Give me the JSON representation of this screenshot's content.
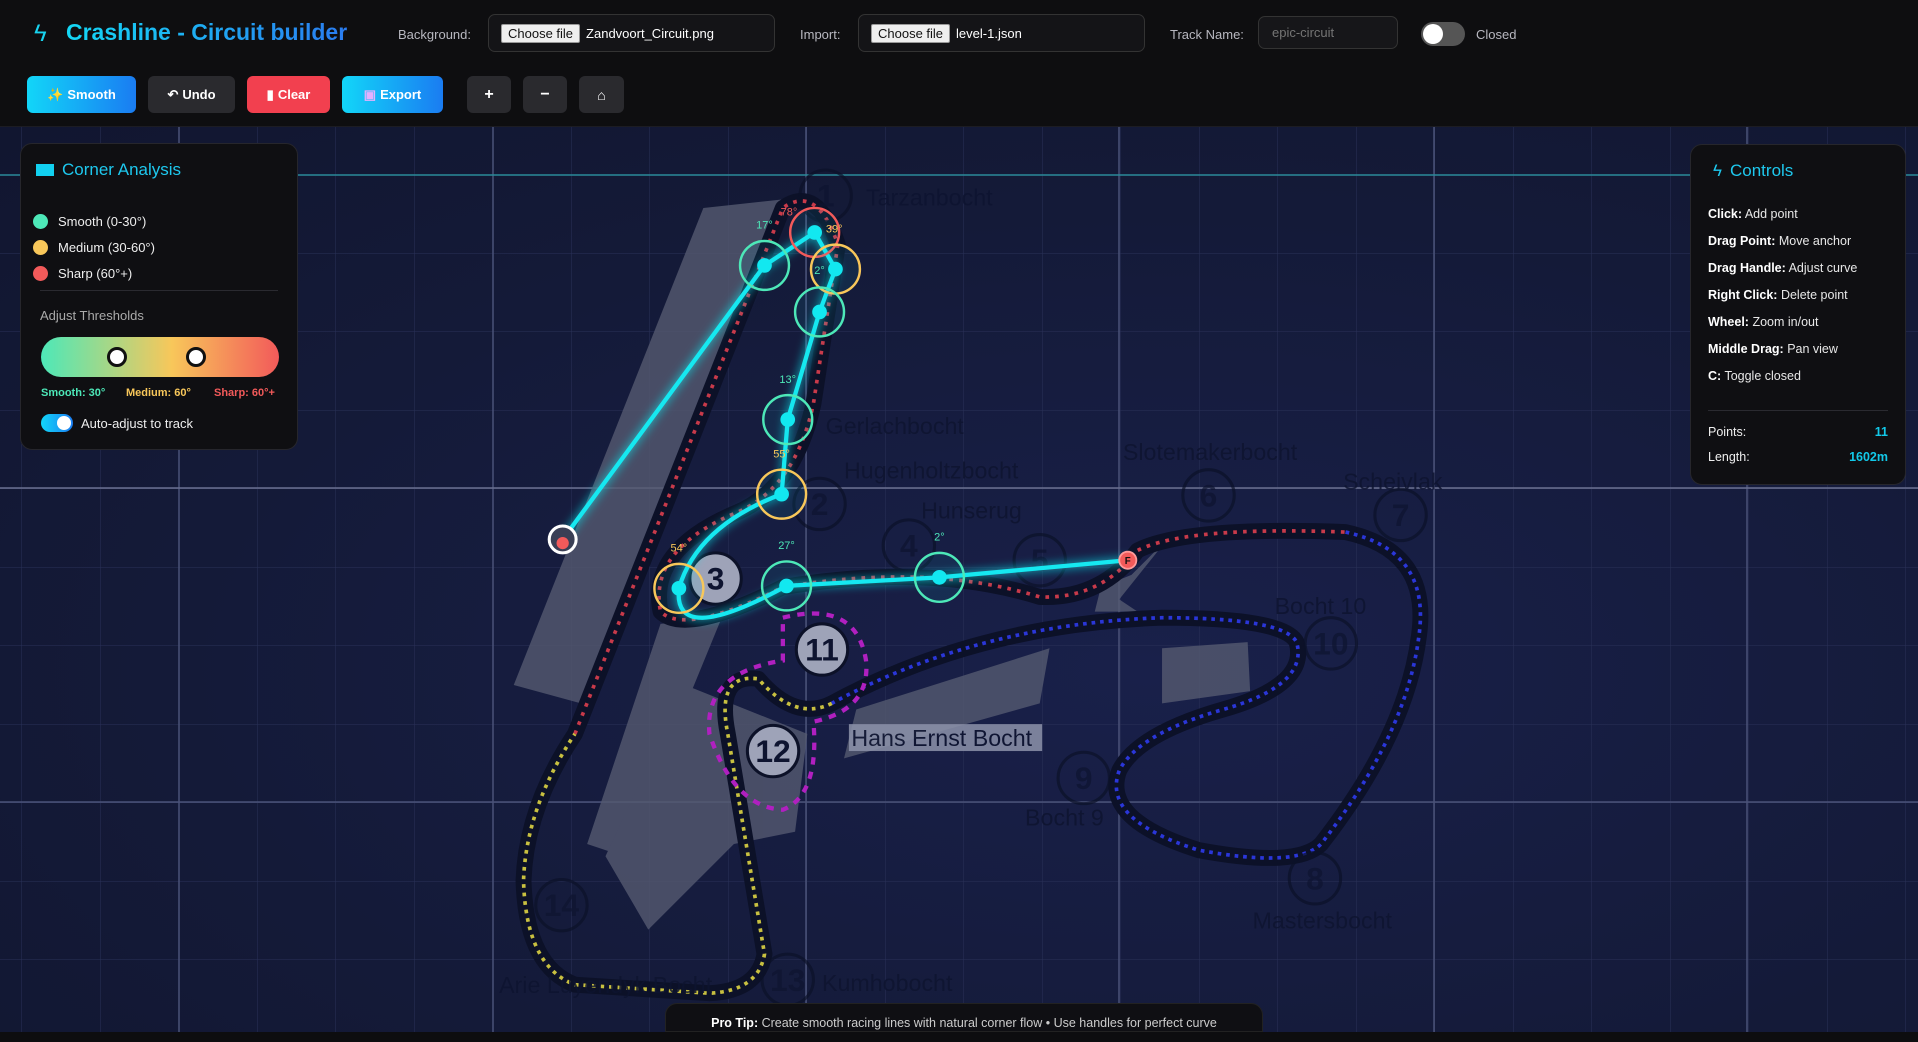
{
  "header": {
    "title": "Crashline - Circuit builder",
    "background_label": "Background:",
    "background_file": "Zandvoort_Circuit.png",
    "import_label": "Import:",
    "import_file": "level-1.json",
    "choose_file": "Choose file",
    "track_name_label": "Track Name:",
    "track_name_placeholder": "epic-circuit",
    "closed_label": "Closed",
    "closed_on": false
  },
  "toolbar": {
    "smooth": "Smooth",
    "undo": "Undo",
    "clear": "Clear",
    "export": "Export",
    "zoom_in": "+",
    "zoom_out": "−",
    "home": "⌂"
  },
  "corner_analysis": {
    "title": "Corner Analysis",
    "legend": [
      {
        "label": "Smooth (0-30°)",
        "color": "#4de8b8"
      },
      {
        "label": "Medium (30-60°)",
        "color": "#f8c75a"
      },
      {
        "label": "Sharp (60°+)",
        "color": "#f25a5a"
      }
    ],
    "thresholds_title": "Adjust Thresholds",
    "smooth_threshold": "Smooth: 30°",
    "medium_threshold": "Medium: 60°",
    "sharp_threshold": "Sharp: 60°+",
    "smooth_value": 30,
    "medium_value": 60,
    "auto_adjust_label": "Auto-adjust to track",
    "auto_adjust_on": true
  },
  "controls": {
    "title": "Controls",
    "items": [
      {
        "key": "Click:",
        "action": "Add point"
      },
      {
        "key": "Drag Point:",
        "action": "Move anchor"
      },
      {
        "key": "Drag Handle:",
        "action": "Adjust curve"
      },
      {
        "key": "Right Click:",
        "action": "Delete point"
      },
      {
        "key": "Wheel:",
        "action": "Zoom in/out"
      },
      {
        "key": "Middle Drag:",
        "action": "Pan view"
      },
      {
        "key": "C:",
        "action": "Toggle closed"
      }
    ],
    "points_label": "Points:",
    "points_value": "11",
    "length_label": "Length:",
    "length_value": "1602m"
  },
  "track_points": {
    "angles": [
      "",
      "17°",
      "78°",
      "39°",
      "2°",
      "13°",
      "55°",
      "54°",
      "27°",
      "2°",
      ""
    ],
    "categories": [
      "start",
      "smooth",
      "sharp",
      "medium",
      "smooth",
      "smooth",
      "medium",
      "medium",
      "smooth",
      "smooth",
      "finish"
    ],
    "finish_marker": "F"
  },
  "circuit": {
    "corner_numbers": [
      "1",
      "2",
      "3",
      "4",
      "5",
      "6",
      "7",
      "8",
      "9",
      "10",
      "11",
      "12",
      "13",
      "14"
    ],
    "corner_names": [
      "Tarzanbocht",
      "Gerlachbocht",
      "Hugenholtzbocht",
      "Hunserug",
      "Slotemakerbocht",
      "Scheivlak",
      "Bocht 10",
      "Bocht 9",
      "Mastersbocht",
      "Hans Ernst Bocht",
      "Kumhobocht",
      "Arie Luyendyk Bocht"
    ]
  },
  "tip": {
    "label": "Pro Tip:",
    "text": "Create smooth racing lines with natural corner flow • Use handles for perfect curve"
  }
}
